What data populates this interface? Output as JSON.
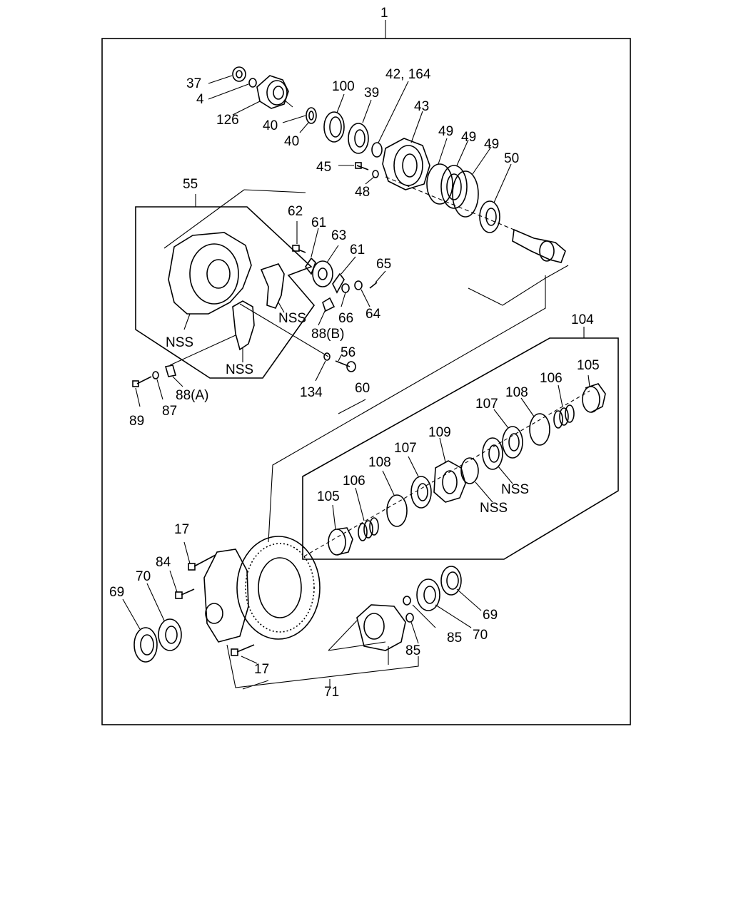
{
  "diagram": {
    "assembly_number": "1",
    "labels": {
      "l37": "37",
      "l4": "4",
      "l126": "126",
      "l40a": "40",
      "l40b": "40",
      "l100": "100",
      "l39": "39",
      "l42_164": "42, 164",
      "l43": "43",
      "l45": "45",
      "l48": "48",
      "l49a": "49",
      "l49b": "49",
      "l49c": "49",
      "l50": "50",
      "l55": "55",
      "l62": "62",
      "l61a": "61",
      "l63": "63",
      "l61b": "61",
      "l65": "65",
      "l64": "64",
      "l66": "66",
      "l88b": "88(B)",
      "l56": "56",
      "l134": "134",
      "lnss1": "NSS",
      "lnss2": "NSS",
      "lnss3": "NSS",
      "l89": "89",
      "l87": "87",
      "l88a": "88(A)",
      "l60": "60",
      "l104": "104",
      "l105a": "105",
      "l106a": "106",
      "l108a": "108",
      "l107a": "107",
      "l109": "109",
      "l107b": "107",
      "l108b": "108",
      "l106b": "106",
      "l105b": "105",
      "lnss4": "NSS",
      "lnss5": "NSS",
      "l17a": "17",
      "l84": "84",
      "l69a": "69",
      "l70a": "70",
      "l17b": "17",
      "l71": "71",
      "l85a": "85",
      "l85b": "85",
      "l70b": "70",
      "l69b": "69"
    }
  }
}
